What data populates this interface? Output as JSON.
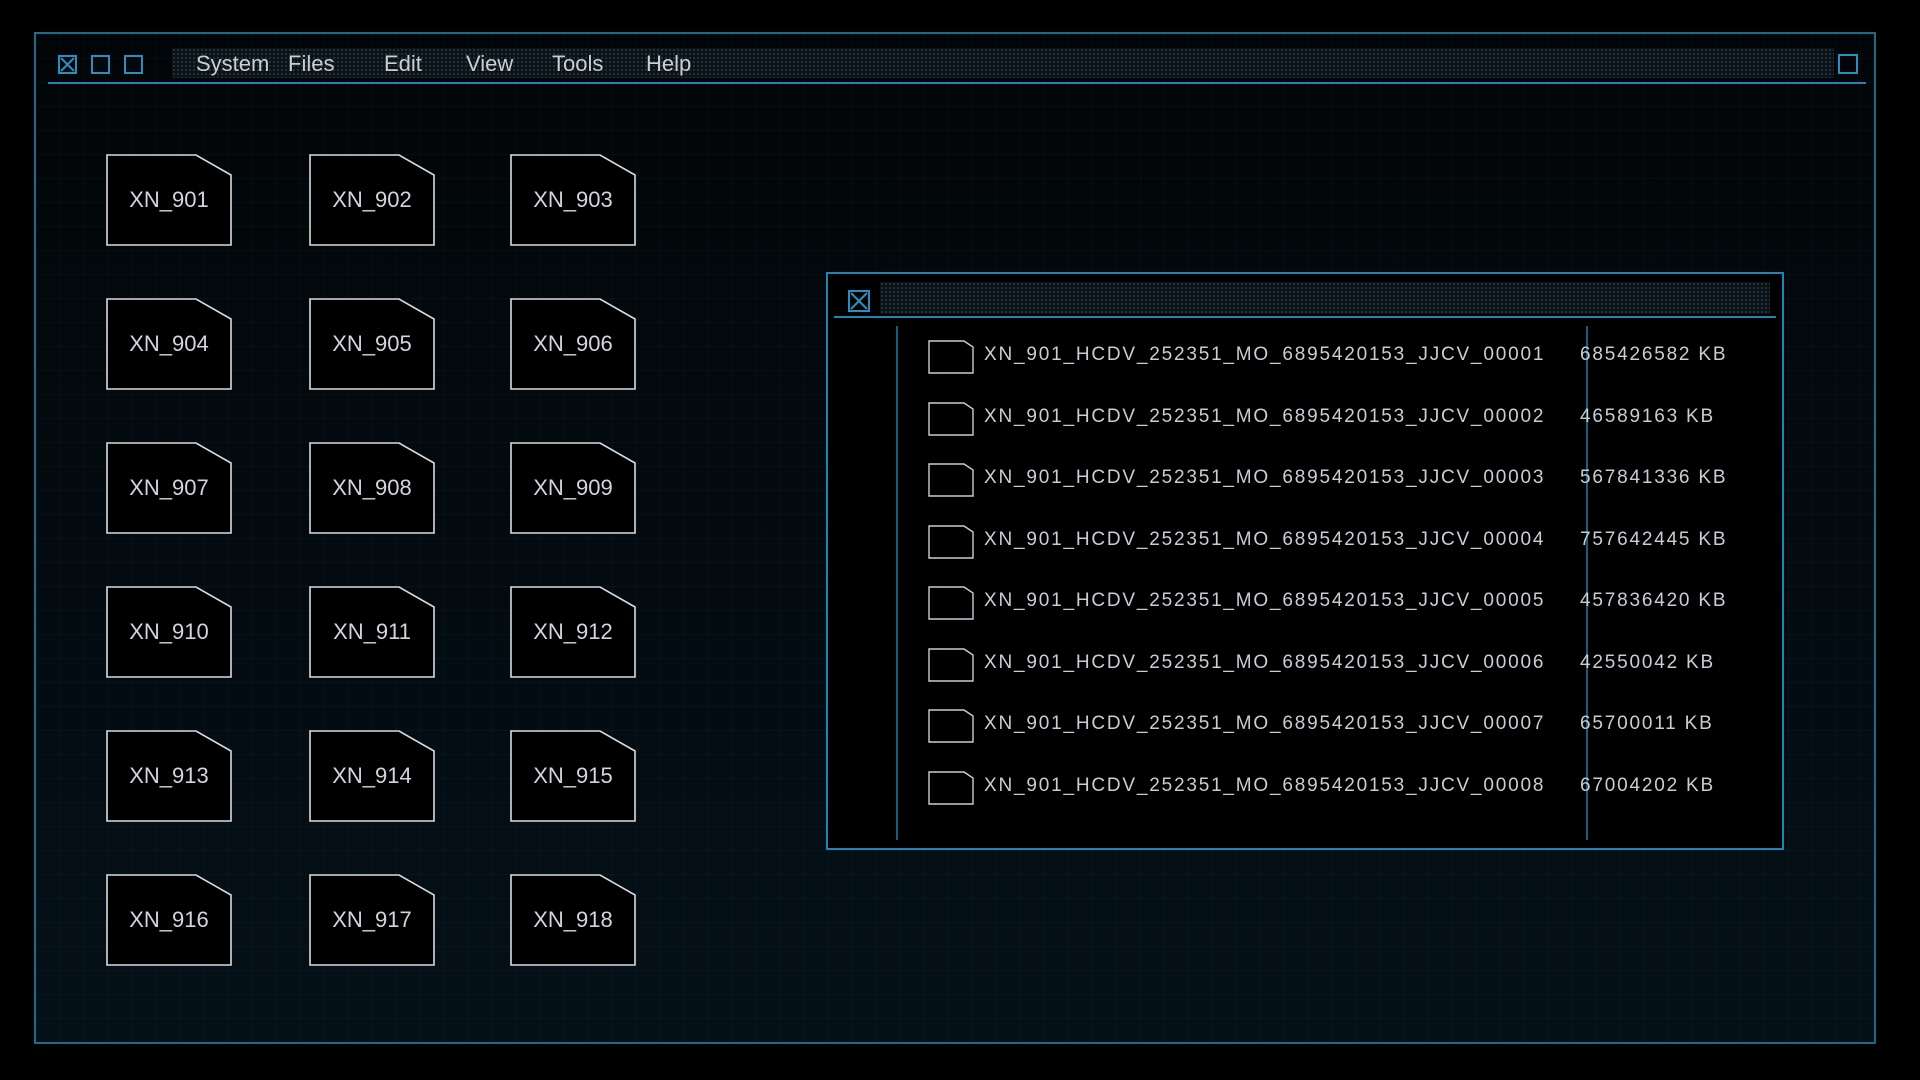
{
  "menubar": {
    "items": [
      "System",
      "Files",
      "Edit",
      "View",
      "Tools",
      "Help"
    ]
  },
  "desktop": {
    "files": [
      "XN_901",
      "XN_902",
      "XN_903",
      "XN_904",
      "XN_905",
      "XN_906",
      "XN_907",
      "XN_908",
      "XN_909",
      "XN_910",
      "XN_911",
      "XN_912",
      "XN_913",
      "XN_914",
      "XN_915",
      "XN_916",
      "XN_917",
      "XN_918"
    ]
  },
  "dialog": {
    "rows": [
      {
        "name": "XN_901_HCDV_252351_MO_6895420153_JJCV_00001",
        "size": "685426582 KB"
      },
      {
        "name": "XN_901_HCDV_252351_MO_6895420153_JJCV_00002",
        "size": "46589163 KB"
      },
      {
        "name": "XN_901_HCDV_252351_MO_6895420153_JJCV_00003",
        "size": "567841336 KB"
      },
      {
        "name": "XN_901_HCDV_252351_MO_6895420153_JJCV_00004",
        "size": "757642445 KB"
      },
      {
        "name": "XN_901_HCDV_252351_MO_6895420153_JJCV_00005",
        "size": "457836420 KB"
      },
      {
        "name": "XN_901_HCDV_252351_MO_6895420153_JJCV_00006",
        "size": "42550042 KB"
      },
      {
        "name": "XN_901_HCDV_252351_MO_6895420153_JJCV_00007",
        "size": "65700011 KB"
      },
      {
        "name": "XN_901_HCDV_252351_MO_6895420153_JJCV_00008",
        "size": "67004202 KB"
      }
    ]
  },
  "theme": {
    "accent": "#1f86b4",
    "background": "#000000",
    "text": "#c8ced4"
  }
}
